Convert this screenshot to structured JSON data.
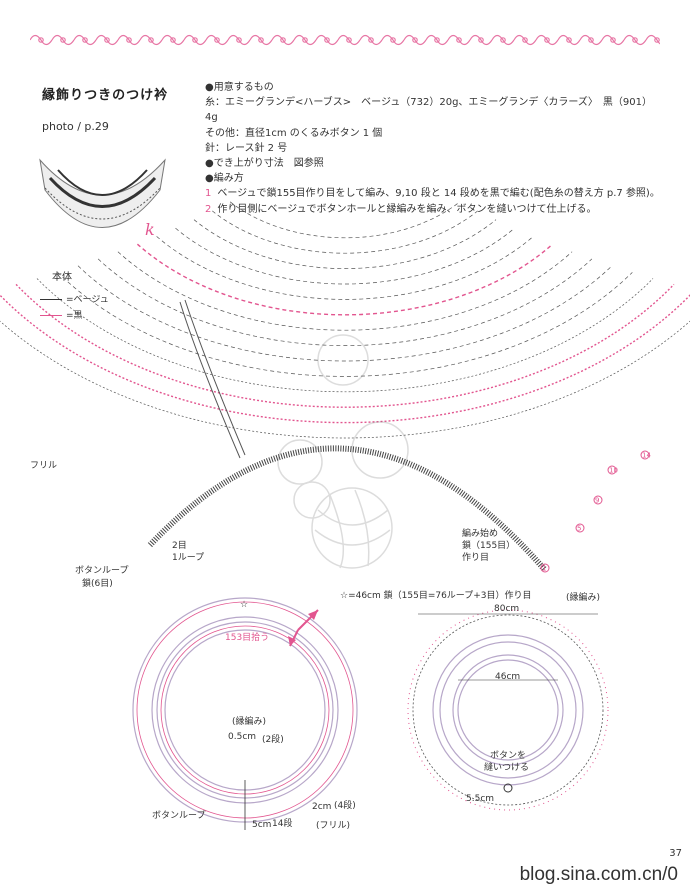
{
  "header": {
    "title": "縁飾りつきのつけ衿",
    "photo_ref": "photo / p.29"
  },
  "materials": {
    "heading": "●用意するもの",
    "yarn_line1": "糸：エミーグランデ<ハーブス>　ベージュ（732）20g、エミーグランデ〈カラーズ〉　黒（901）",
    "yarn_line2": "4g",
    "other": "その他：直径1cm のくるみボタン 1 個",
    "needle": "針：レース針 2 号",
    "size": "●でき上がり寸法　図参照",
    "method_heading": "●編み方",
    "step1_num": "1",
    "step1": "ベージュで鎖155目作り目をして編み、9,10 段と 14 段めを黒で編む(配色糸の替え方 p.7 参照)。",
    "step2_num": "2",
    "step2": "作り目側にベージュでボタンホールと縁編みを編み、ボタンを縫いつけて仕上げる。"
  },
  "diagram": {
    "section_label": "本体",
    "legend_beige": "=ベージュ",
    "legend_black": "=黒",
    "frill": "フリル",
    "loop_rows": "2目",
    "loop_label": "1ループ",
    "button_loop": "ボタンループ",
    "chain6": "鎖(6目)",
    "start_label": "編み始め",
    "start_chain": "鎖（155目）",
    "start_base": "作り目",
    "edge_label": "(縁編み)",
    "row_numbers": [
      "14",
      "10",
      "9",
      "5",
      "1"
    ],
    "foundation_note": "☆=46cm 鎖（155目=76ループ+3目）作り目"
  },
  "left_ring": {
    "star": "☆",
    "pick_up": "153目拾う",
    "edge": "(縁編み)",
    "w05": "0.5cm",
    "rows2": "(2段)",
    "button_loop": "ボタンループ",
    "w5": "5cm",
    "rows14": "14段",
    "w2": "2cm",
    "rows4": "(4段)",
    "frill": "(フリル)"
  },
  "right_ring": {
    "outer": "80cm",
    "inner": "46cm",
    "button1": "ボタンを",
    "button2": "縫いつける",
    "w55": "5.5cm"
  },
  "footer": {
    "page_num": "37",
    "watermark": "blog.sina.com.cn/0"
  },
  "colors": {
    "accent": "#e2558f",
    "line": "#333333",
    "ring": "#b7a7c9"
  }
}
